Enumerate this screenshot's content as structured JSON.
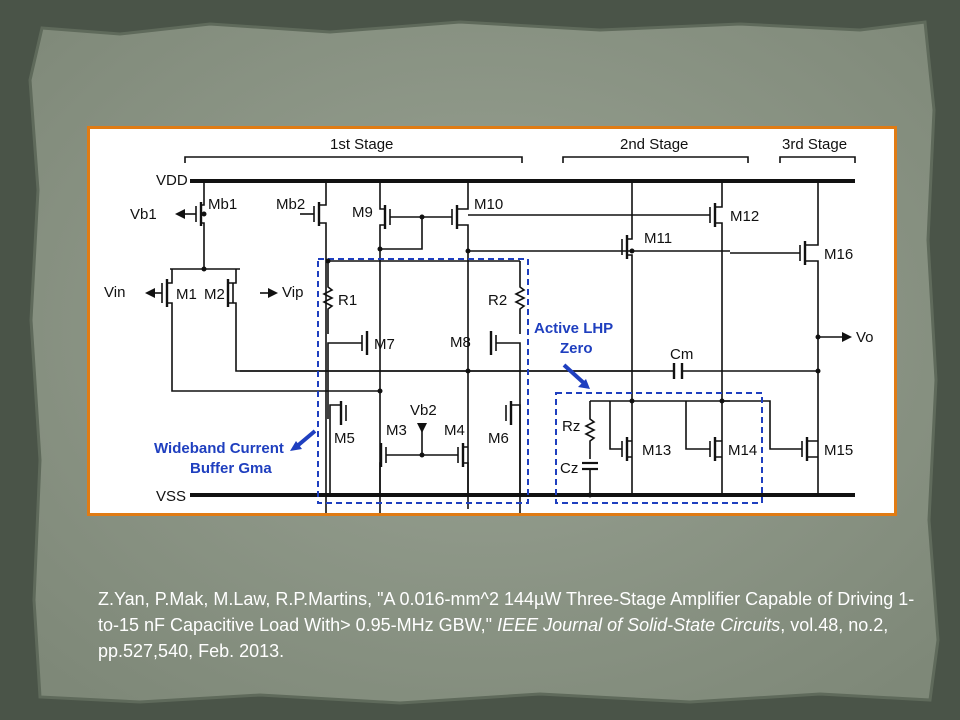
{
  "colors": {
    "frame_border": "#e07b14",
    "annotation_blue": "#1f3fbf",
    "slide_bg": "#4a5448",
    "paper": "#8a9384"
  },
  "figure": {
    "stages": {
      "stage1": "1st Stage",
      "stage2": "2nd Stage",
      "stage3": "3rd Stage"
    },
    "rails": {
      "vdd": "VDD",
      "vss": "VSS"
    },
    "inputs": {
      "vb1": "Vb1",
      "vin": "Vin",
      "vip": "Vip",
      "vb2": "Vb2"
    },
    "output": "Vo",
    "transistors": {
      "mb1": "Mb1",
      "mb2": "Mb2",
      "m1": "M1",
      "m2": "M2",
      "m3": "M3",
      "m4": "M4",
      "m5": "M5",
      "m6": "M6",
      "m7": "M7",
      "m8": "M8",
      "m9": "M9",
      "m10": "M10",
      "m11": "M11",
      "m12": "M12",
      "m13": "M13",
      "m14": "M14",
      "m15": "M15",
      "m16": "M16"
    },
    "passives": {
      "r1": "R1",
      "r2": "R2",
      "rz": "Rz",
      "cz": "Cz",
      "cm": "Cm"
    },
    "annotations": {
      "active_lhp_line1": "Active LHP",
      "active_lhp_line2": "Zero",
      "buffer_line1": "Wideband Current",
      "buffer_line2": "Buffer Gma"
    }
  },
  "citation": {
    "text": "Z.Yan, P.Mak, M.Law, R.P.Martins, \"A 0.016-mm^2 144µW Three-Stage Amplifier Capable of Driving 1-to-15 nF Capacitive Load With> 0.95-MHz GBW,\"",
    "journal": "IEEE Journal of Solid-State Circuits",
    "tail": ", vol.48, no.2, pp.527,540, Feb. 2013."
  }
}
